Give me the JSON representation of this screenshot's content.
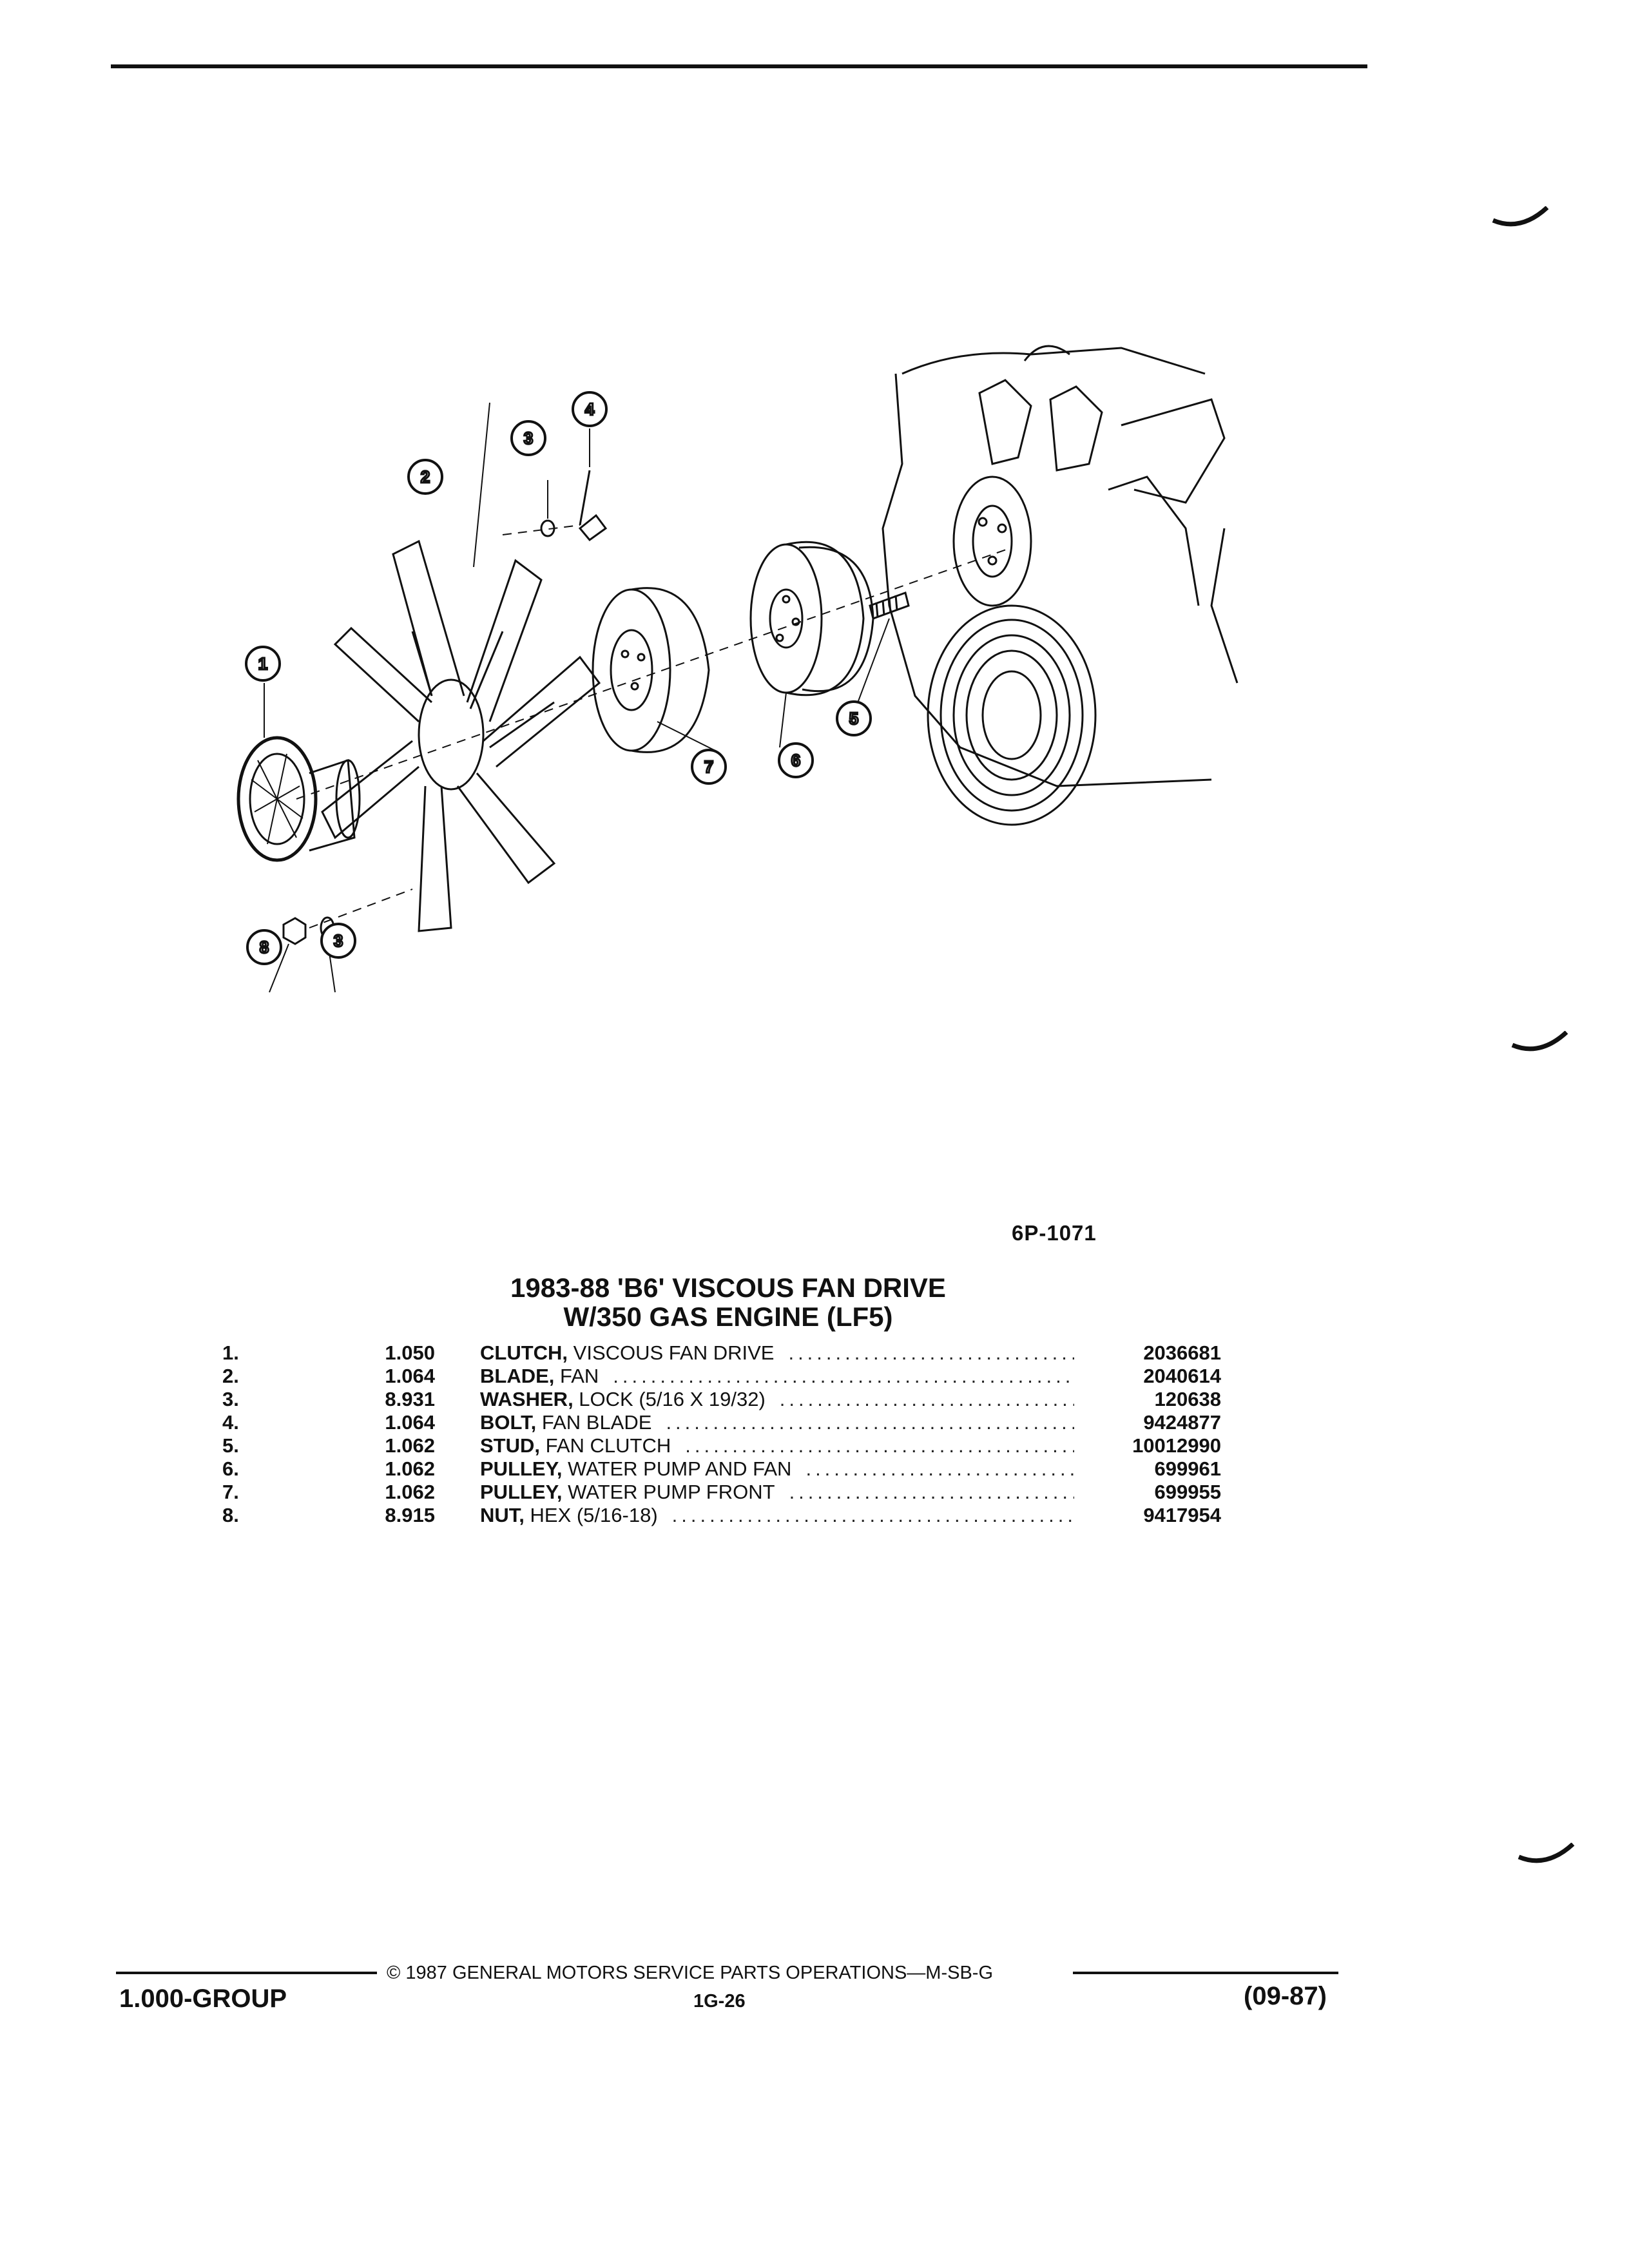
{
  "figure_code": "6P-1071",
  "title_line1": "1983-88 'B6' VISCOUS FAN DRIVE",
  "title_line2": "W/350 GAS ENGINE (LF5)",
  "callouts": [
    "1",
    "2",
    "3",
    "4",
    "5",
    "6",
    "7",
    "8",
    "3"
  ],
  "parts": [
    {
      "num": "1.",
      "group": "1.050",
      "name": "CLUTCH,",
      "desc": " VISCOUS FAN DRIVE",
      "part": "2036681"
    },
    {
      "num": "2.",
      "group": "1.064",
      "name": "BLADE,",
      "desc": " FAN",
      "part": "2040614"
    },
    {
      "num": "3.",
      "group": "8.931",
      "name": "WASHER,",
      "desc": " LOCK (5/16 X 19/32)",
      "part": "120638"
    },
    {
      "num": "4.",
      "group": "1.064",
      "name": "BOLT,",
      "desc": " FAN BLADE",
      "part": "9424877"
    },
    {
      "num": "5.",
      "group": "1.062",
      "name": "STUD,",
      "desc": " FAN CLUTCH",
      "part": "10012990"
    },
    {
      "num": "6.",
      "group": "1.062",
      "name": "PULLEY,",
      "desc": " WATER PUMP AND FAN",
      "part": "699961"
    },
    {
      "num": "7.",
      "group": "1.062",
      "name": "PULLEY,",
      "desc": " WATER PUMP FRONT",
      "part": "699955"
    },
    {
      "num": "8.",
      "group": "8.915",
      "name": "NUT,",
      "desc": " HEX (5/16-18)",
      "part": "9417954"
    }
  ],
  "footer": {
    "copyright": "© 1987 GENERAL MOTORS SERVICE PARTS OPERATIONS—M-SB-G",
    "group": "1.000-GROUP",
    "page": "1G-26",
    "date": "(09-87)"
  }
}
